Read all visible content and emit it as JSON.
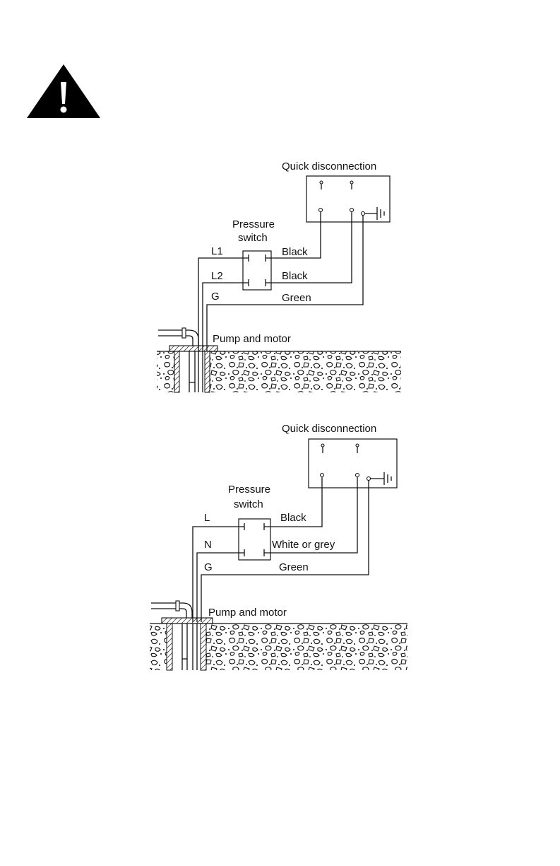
{
  "warning": {
    "icon": "warning-triangle-icon",
    "color": "#000000"
  },
  "diagram_top": {
    "quick_disconnect_label": "Quick disconnection",
    "pressure_switch_label_line1": "Pressure",
    "pressure_switch_label_line2": "switch",
    "line_labels": [
      "L1",
      "L2",
      "G"
    ],
    "wire_labels": [
      "Black",
      "Black",
      "Green"
    ],
    "pump_label": "Pump and motor"
  },
  "diagram_bottom": {
    "quick_disconnect_label": "Quick disconnection",
    "pressure_switch_label_line1": "Pressure",
    "pressure_switch_label_line2": "switch",
    "line_labels": [
      "L",
      "N",
      "G"
    ],
    "wire_labels": [
      "Black",
      "White or grey",
      "Green"
    ],
    "pump_label": "Pump and motor"
  },
  "ground_symbol_icon": "ground-icon"
}
